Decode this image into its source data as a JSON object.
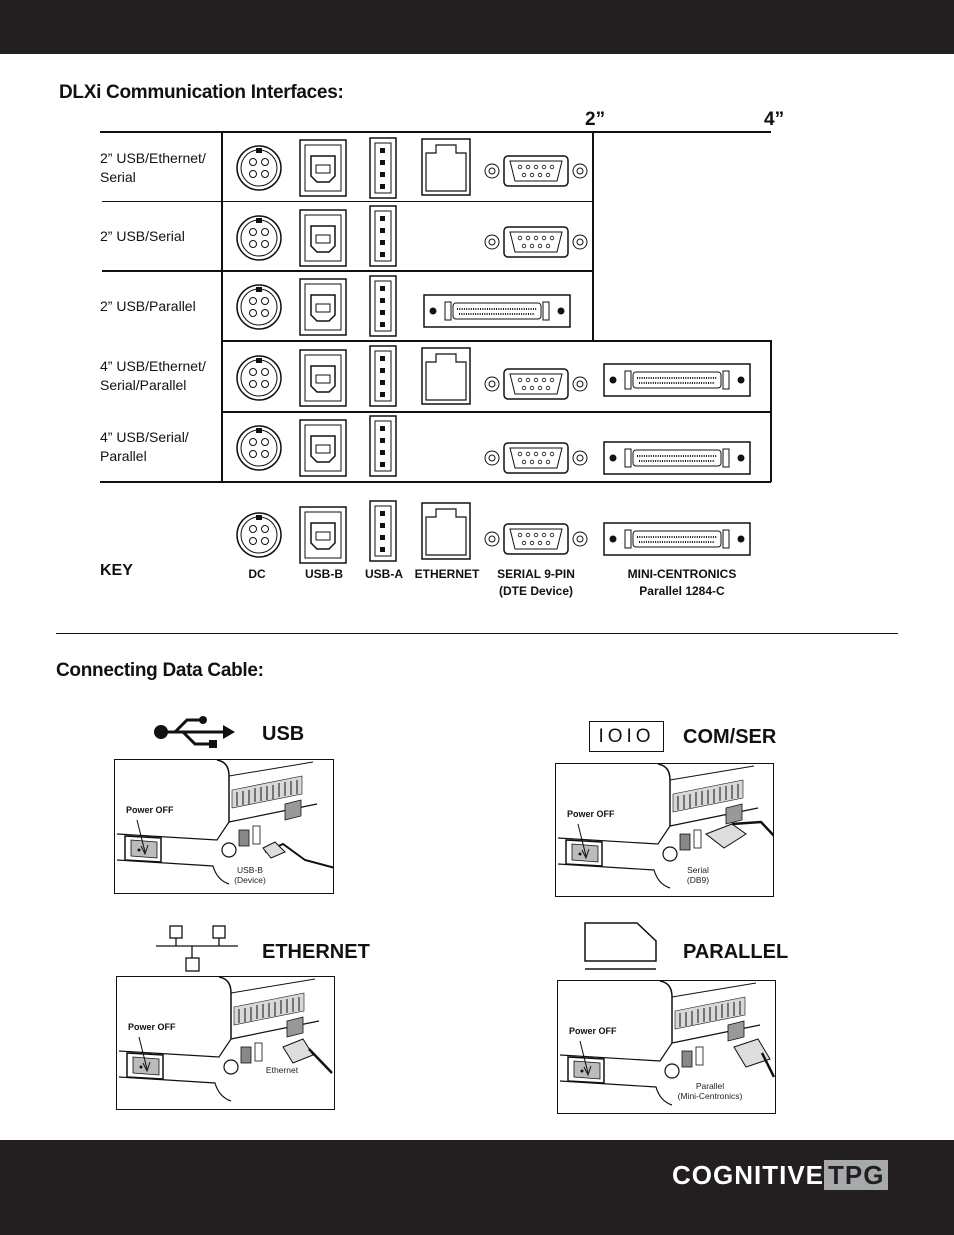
{
  "section1_title": "DLXi Communication Interfaces:",
  "sizes": {
    "two": "2”",
    "four": "4”"
  },
  "rows": [
    {
      "l1": "2” USB/Ethernet/",
      "l2": "Serial"
    },
    {
      "l1": "2” USB/Serial",
      "l2": ""
    },
    {
      "l1": "2” USB/Parallel",
      "l2": ""
    },
    {
      "l1": "4” USB/Ethernet/",
      "l2": "Serial/Parallel"
    },
    {
      "l1": "4” USB/Serial/",
      "l2": "Parallel"
    }
  ],
  "key": {
    "title": "KEY",
    "dc": "DC",
    "usbb": "USB-B",
    "usba": "USB-A",
    "ethernet": "ETHERNET",
    "serial_l1": "SERIAL 9-PIN",
    "serial_l2": "(DTE Device)",
    "par_l1": "MINI-CENTRONICS",
    "par_l2": "Parallel 1284-C"
  },
  "section2_title": "Connecting Data Cable:",
  "interfaces": {
    "usb": "USB",
    "com": "COM/SER",
    "ioio": "IOIO",
    "ethernet": "ETHERNET",
    "parallel": "PARALLEL"
  },
  "photos": {
    "power_off": "Power OFF",
    "usb_l1": "USB-B",
    "usb_l2": "(Device)",
    "ser_l1": "Serial",
    "ser_l2": "(DB9)",
    "eth_l1": "Ethernet",
    "par_l1": "Parallel",
    "par_l2": "(Mini-Centronics)"
  },
  "logo": {
    "main": "COGNITIVE",
    "tpg": "TPG"
  },
  "icons": [
    "dc-port-icon",
    "usb-b-port-icon",
    "usb-a-port-icon",
    "ethernet-port-icon",
    "serial-port-icon",
    "parallel-port-icon",
    "usb-symbol-icon",
    "network-icon",
    "parallel-card-icon",
    "printer-icon"
  ]
}
